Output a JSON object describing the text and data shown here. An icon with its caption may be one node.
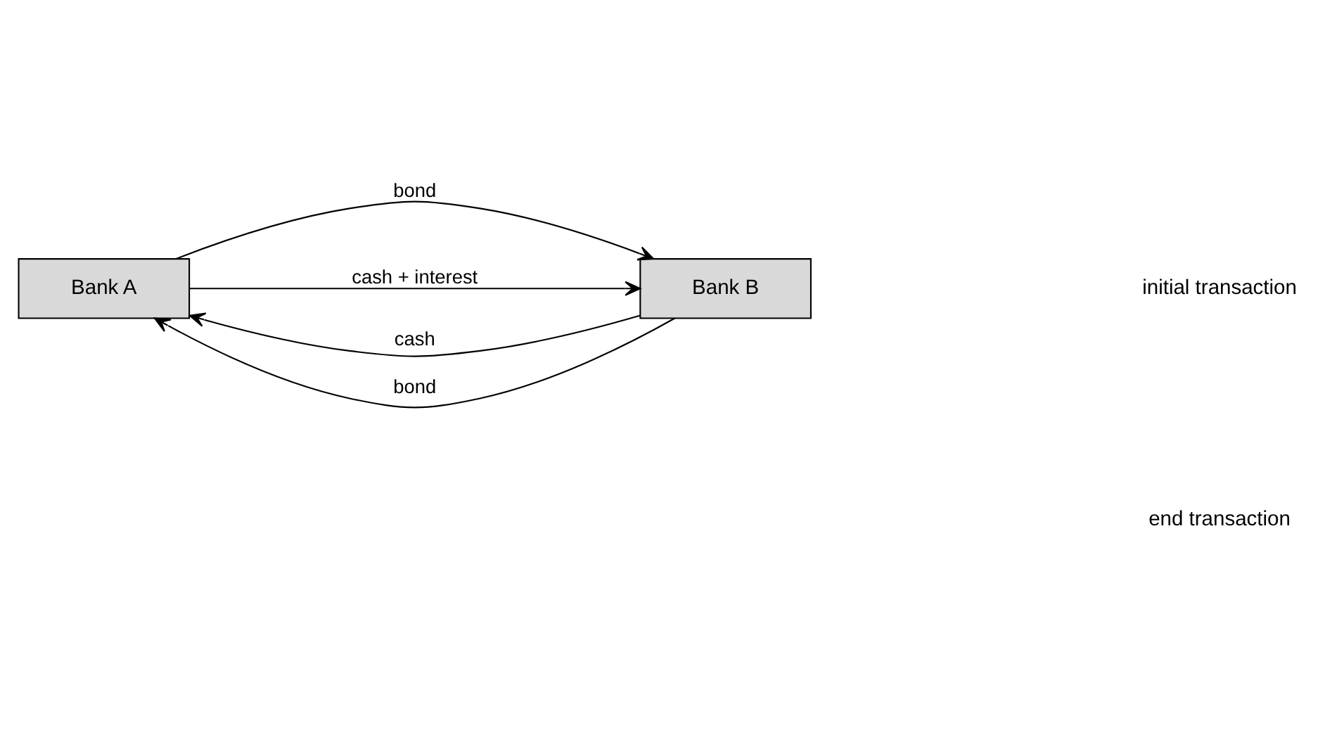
{
  "diagram": {
    "nodes": [
      {
        "text": [
          "Bank A"
        ]
      },
      {
        "text": [
          "Bank B"
        ]
      }
    ],
    "edges": [
      {
        "from": 0,
        "to": 1,
        "arrow": "to",
        "label": "bond"
      },
      {
        "from": 1,
        "to": 0,
        "arrow": "to",
        "label": "cash"
      },
      {
        "from": 0,
        "to": 1,
        "arrow": "to",
        "label": "cash + interest"
      },
      {
        "from": 1,
        "to": 0,
        "arrow": "to",
        "label": "bond"
      }
    ],
    "labels": [
      "initial transaction",
      "end transaction"
    ]
  }
}
